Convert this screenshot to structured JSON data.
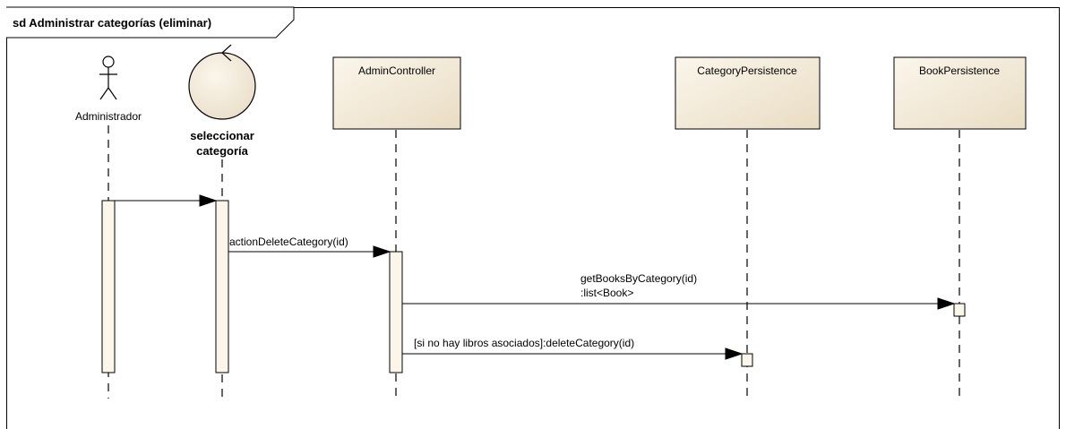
{
  "diagram": {
    "title": "sd Administrar categorías (eliminar)",
    "lifelines": {
      "actor": "Administrador",
      "boundary_line1": "seleccionar",
      "boundary_line2": "categoría",
      "admin_controller": "AdminController",
      "category_persistence": "CategoryPersistence",
      "book_persistence": "BookPersistence"
    },
    "messages": {
      "action_delete": "actionDeleteCategory(id)",
      "get_books_line1": "getBooksByCategory(id)",
      "get_books_line2": ":list<Book>",
      "delete_category": "[si no hay libros asociados]:deleteCategory(id)"
    },
    "colors": {
      "box_fill": "#f3ead9",
      "activation_fill": "#fbf5ea",
      "stroke": "#000000"
    }
  }
}
